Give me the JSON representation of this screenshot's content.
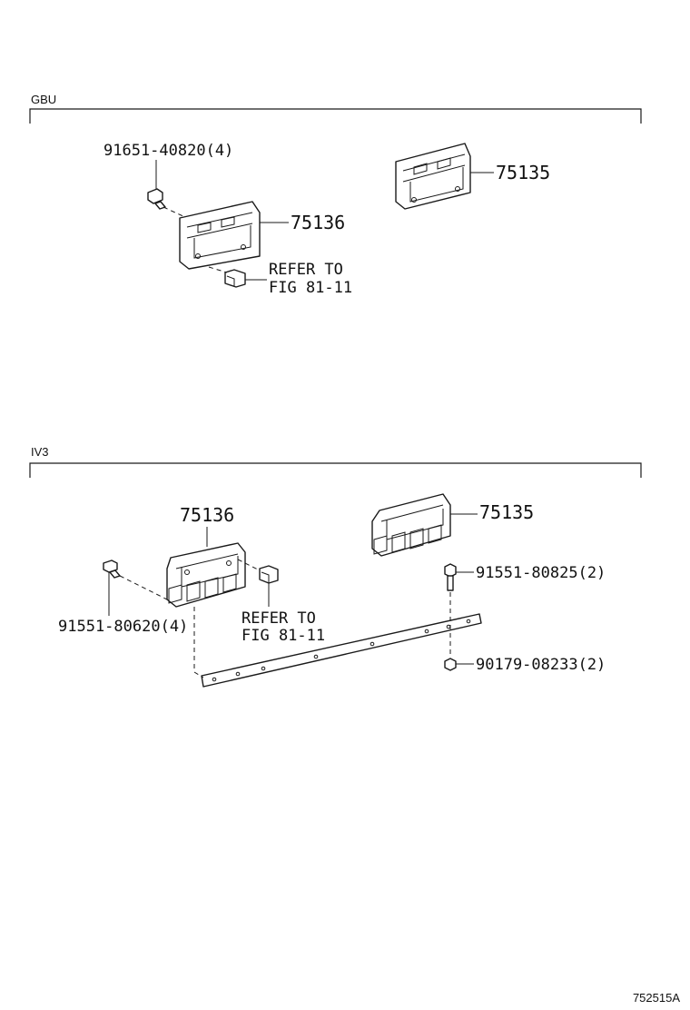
{
  "sections": [
    {
      "label": "GBU",
      "callouts": {
        "bolt": "91651-40820(4)",
        "bracket_small": "75136",
        "bracket_large": "75135",
        "refer_line1": "REFER TO",
        "refer_line2": "FIG 81-11"
      }
    },
    {
      "label": "IV3",
      "callouts": {
        "bracket_small": "75136",
        "bracket_large": "75135",
        "bolt_left": "91551-80620(4)",
        "bolt_right": "91551-80825(2)",
        "nut": "90179-08233(2)",
        "refer_line1": "REFER TO",
        "refer_line2": "FIG 81-11"
      }
    }
  ],
  "illustration_code": "752515A"
}
